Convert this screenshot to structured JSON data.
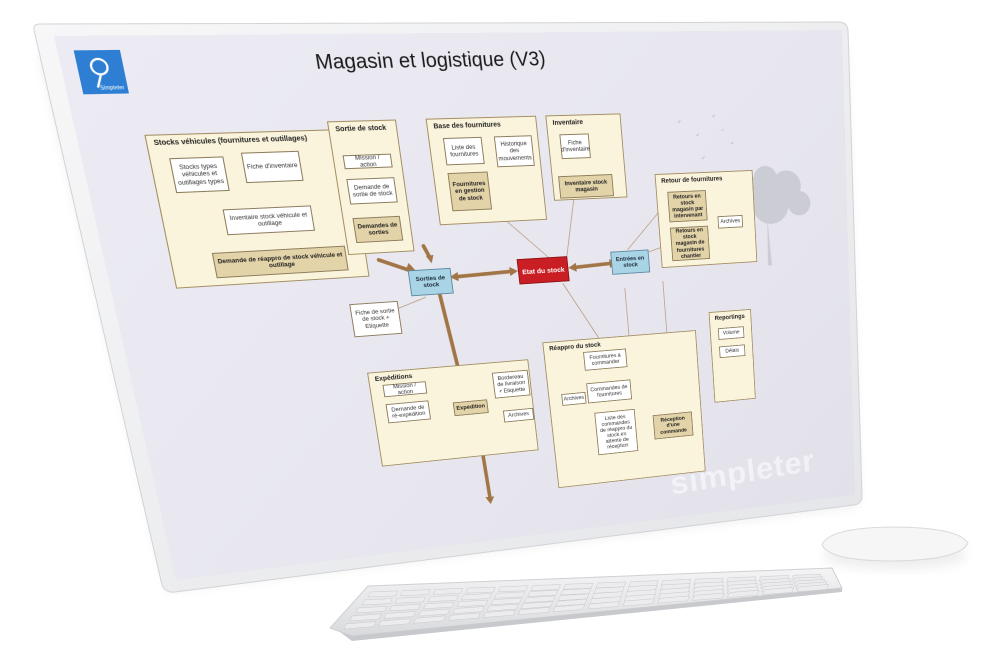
{
  "title": "Magasin et logistique (V3)",
  "logo": {
    "caption": "Simpleter",
    "icon": "brand-logo-icon"
  },
  "watermark": "simpleter",
  "colors": {
    "lane": "#fbf4dc",
    "task": "#e3d3a8",
    "blue": "#a8d4e6",
    "red": "#c91e24",
    "arrow": "#a27547"
  },
  "lanes": {
    "stocks": {
      "title": "Stocks véhicules (fournitures et outillages)",
      "stock_types": "Stocks types véhicules et outillages types",
      "fiche": "Fiche d'inventaire",
      "inventaire": "Inventaire stock véhicule et outillage",
      "demande": "Demande de réappro de stock véhicule et outillage"
    },
    "sortie": {
      "title": "Sortie de stock",
      "mission": "Mission / action",
      "demande": "Demande de sortie de stock",
      "demandes": "Demandes de sorties"
    },
    "base": {
      "title": "Base des fournitures",
      "liste": "Liste des fournitures",
      "historique": "Historique des mouvements",
      "fournitures": "Fournitures en gestion de stock"
    },
    "inventaire": {
      "title": "Inventaire",
      "fiche": "Fiche d'inventaire",
      "stock": "Inventaire stock magasin"
    },
    "retour": {
      "title": "Retour de fournitures",
      "intervenant": "Retours en stock magasin par intervenant",
      "chantier": "Retours en stock magasin de fournitures chantier",
      "archives": "Archives"
    },
    "expeditions": {
      "title": "Expéditions",
      "mission": "Mission / action",
      "demande": "Demande de ré-expédition",
      "expedition": "Expédition",
      "bordereau": "Bordereau de livraison + Etiquette",
      "archives": "Archives"
    },
    "reappro": {
      "title": "Réappro du stock",
      "a_commander": "Fournitures à commander",
      "commandes": "Commandes de fournitures",
      "archives": "Archives",
      "liste": "Liste des commandes de réappro du stock en attente de réception",
      "reception": "Réception d'une commande"
    },
    "reportings": {
      "title": "Reportings",
      "volume": "Volume",
      "delais": "Délais"
    }
  },
  "central": {
    "sorties": "Sorties de stock",
    "etat": "Etat du stock",
    "entrees": "Entrées en stock",
    "fiche_sortie": "Fiche de sortie de stock + Etiquette"
  }
}
